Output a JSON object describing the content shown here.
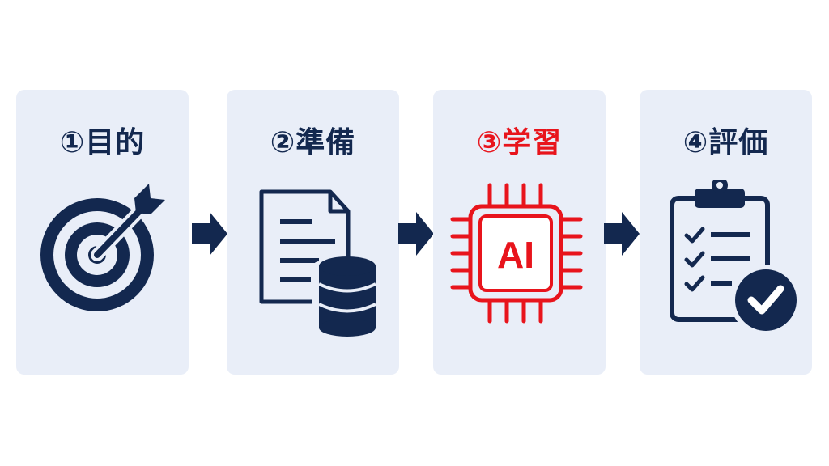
{
  "colors": {
    "navy": "#13284f",
    "red": "#e8141c",
    "card_bg": "#e9eef8",
    "background": "#ffffff"
  },
  "steps": [
    {
      "label": "①目的",
      "icon": "target-icon",
      "color": "#13284f"
    },
    {
      "label": "②準備",
      "icon": "document-database-icon",
      "color": "#13284f"
    },
    {
      "label": "③学習",
      "icon": "ai-chip-icon",
      "color": "#e8141c",
      "highlighted": true,
      "icon_text": "AI"
    },
    {
      "label": "④評価",
      "icon": "clipboard-check-icon",
      "color": "#13284f"
    }
  ],
  "arrows": {
    "icon": "arrow-right-icon",
    "count": 3
  }
}
